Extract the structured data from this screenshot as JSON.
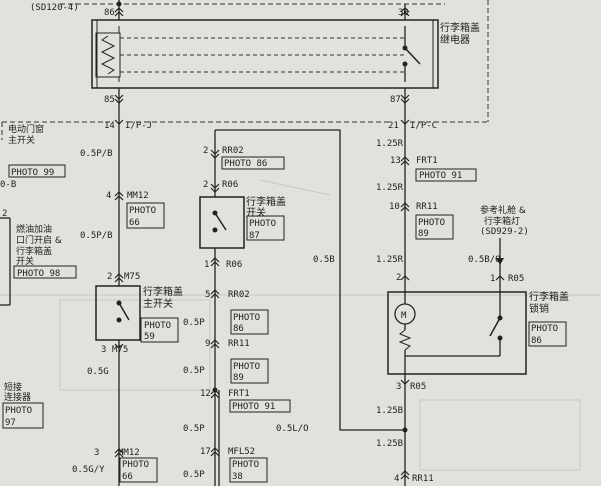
{
  "refs": {
    "sd120": "(SD120-4)",
    "sd929": "(SD929-2)",
    "ref_lamp_l1": "参考礼舱 &",
    "ref_lamp_l2": "行李箱灯",
    "b_edge": "0-B"
  },
  "relay": {
    "label_l1": "行李箱盖",
    "label_l2": "继电器",
    "pin86": "86",
    "pin30": "30",
    "pin85": "85",
    "pin87": "87"
  },
  "left_labels": {
    "power_window_l1": "电动门窗",
    "power_window_l2": "主开关",
    "photo99": "PHOTO 99",
    "fuel_l1": "燃油加油",
    "fuel_l2": "口门开启 &",
    "fuel_l3": "行李箱盖",
    "fuel_l4": "开关",
    "photo98": "PHOTO 98",
    "pin2": "2",
    "short_l1": "短接",
    "short_l2": "连接器",
    "photo97_l1": "PHOTO",
    "photo97_l2": "97"
  },
  "wire_a": {
    "c14": "14",
    "ipj": "I/P-J",
    "w1": "0.5P/B",
    "mm12_pin": "4",
    "mm12": "MM12",
    "photo66_l1": "PHOTO",
    "photo66_l2": "66",
    "w2": "0.5P/B",
    "m75_pin": "2",
    "m75": "M75",
    "sw_l1": "行李箱盖",
    "sw_l2": "主开关",
    "photo59_l1": "PHOTO",
    "photo59_l2": "59",
    "m75b_pin": "3",
    "m75b": "M75",
    "w3": "0.5G",
    "mm12b_pin": "3",
    "mm12b": "MM12",
    "w4": "0.5G/Y",
    "photo66b_l1": "PHOTO",
    "photo66b_l2": "66"
  },
  "wire_b": {
    "rr02_pin": "2",
    "rr02": "RR02",
    "photo86": "PHOTO 86",
    "r06_pin": "2",
    "r06": "R06",
    "sw_l1": "行李箱盖",
    "sw_l2": "开关",
    "photo87_l1": "PHOTO",
    "photo87_l2": "87",
    "r06b_pin": "1",
    "r06b": "R06",
    "rr02b_pin": "5",
    "rr02b": "RR02",
    "photo86b_l1": "PHOTO",
    "photo86b_l2": "86",
    "w1": "0.5P",
    "rr11_pin": "9",
    "rr11": "RR11",
    "photo89_l1": "PHOTO",
    "photo89_l2": "89",
    "w2": "0.5P",
    "frt1_pin": "12",
    "frt1": "FRT1",
    "photo91": "PHOTO 91",
    "w3": "0.5P",
    "w3b": "0.5L/O",
    "mfl52_pin": "17",
    "mfl52": "MFL52",
    "photo38_l1": "PHOTO",
    "photo38_l2": "38",
    "w4": "0.5P",
    "w_loop": "0.5B"
  },
  "wire_c": {
    "c21": "21",
    "ipc": "I/P-C",
    "w1": "1.25R",
    "frt1_pin": "13",
    "frt1": "FRT1",
    "photo91": "PHOTO 91",
    "w2": "1.25R",
    "rr11_pin": "10",
    "rr11": "RR11",
    "photo89_l1": "PHOTO",
    "photo89_l2": "89",
    "w3": "1.25R",
    "w_lamp": "0.5B/O",
    "pin2": "2",
    "pin1": "1",
    "r05": "R05",
    "lock_l1": "行李箱盖",
    "lock_l2": "锁销",
    "photo86_l1": "PHOTO",
    "photo86_l2": "86",
    "r05b_pin": "3",
    "r05b": "R05",
    "w4": "1.25B",
    "w5": "1.25B",
    "rr11b_pin": "4",
    "rr11b": "RR11"
  }
}
